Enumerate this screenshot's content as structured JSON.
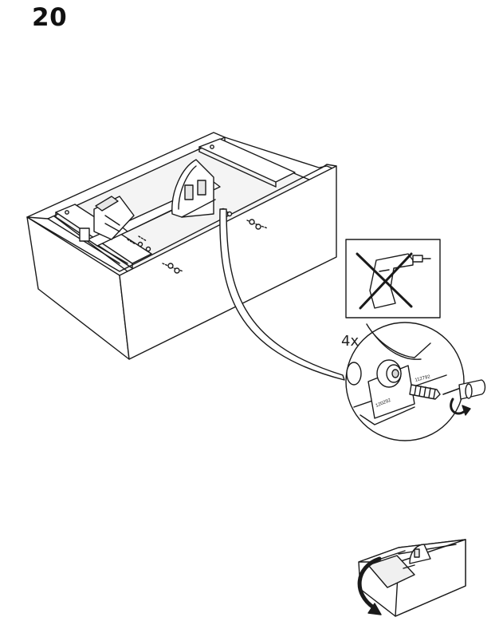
{
  "step": {
    "number": "20"
  },
  "detail": {
    "quantity": "4x",
    "part_code_screw": "112792",
    "part_code_dowel": "120292"
  },
  "icons": {
    "no_power_drill": "no-power-drill-icon",
    "screwdriver": "screwdriver-icon",
    "rotate_clockwise": "rotate-arrow-icon",
    "flip_over": "flip-arrow-icon"
  },
  "colors": {
    "line": "#1a1a1a",
    "fill": "#ffffff",
    "shade": "#d9d9d9"
  }
}
